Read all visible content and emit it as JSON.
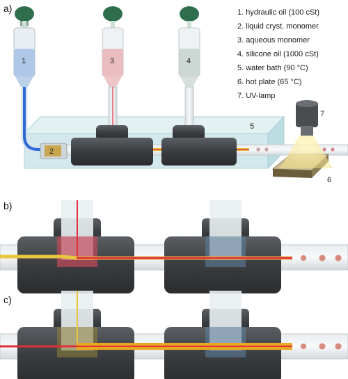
{
  "panels": {
    "a": "a)",
    "b": "b)",
    "c": "c)"
  },
  "legend": [
    "1. hydraulic oil (100 cSt)",
    "2. liquid cryst. monomer",
    "3. aqueous monomer",
    "4. silicone oil (1000 cSt)",
    "5. water bath (90 °C)",
    "6. hot plate (65 °C)",
    "7. UV-lamp"
  ],
  "markers": {
    "syringe1": "1",
    "pump2": "2",
    "syringe3": "3",
    "syringe4": "4",
    "bath": "5",
    "hotplate": "6",
    "lamp": "7"
  },
  "colors": {
    "plunger": "#2f6e4c",
    "t_junction": "#3a3d40",
    "lc_monomer": "#e8c640",
    "aqueous_monomer": "#e0303a",
    "hydraulic_oil": "#2d6bd4",
    "water_bath": "#cfe6ea"
  }
}
